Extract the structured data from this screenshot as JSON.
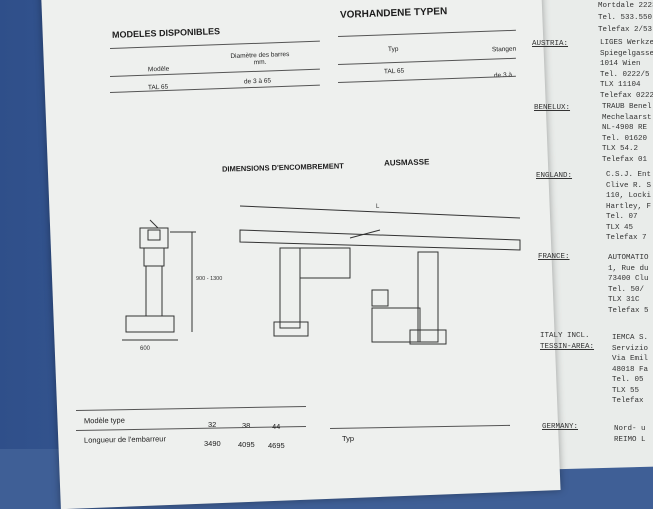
{
  "left_page": {
    "title_fr": "MODELES DISPONIBLES",
    "col_model": "Modèle",
    "col_diameter": "Diamètre des barres mm.",
    "row_model": "TAL 65",
    "row_diameter": "de 3 à 65",
    "dimensions_fr": "DIMENSIONS D'ENCOMBREMENT",
    "dim_width": "600",
    "dim_height": "900 - 1300",
    "dim_length": "L",
    "table_label_model": "Modèle type",
    "table_label_length": "Longueur de l'embarreur",
    "table_models": [
      "32",
      "38",
      "44"
    ],
    "table_lengths": [
      "3490",
      "4095",
      "4695"
    ]
  },
  "middle_page": {
    "title_de": "VORHANDENE TYPEN",
    "col_typ": "Typ",
    "col_stangen": "Stangen",
    "row_model": "TAL 65",
    "row_range": "de 3 à",
    "dimensions_de": "AUSMASSE",
    "bottom_typ": "Typ"
  },
  "right_page": {
    "top_lines": [
      "Mortdale 2223",
      "Tel.  533.550",
      "Telefax 2/53"
    ],
    "austria_label": "AUSTRIA:",
    "austria_lines": [
      "LIGES Werkze",
      "Spiegelgasse",
      "1014 Wien",
      "Tel.  0222/5",
      "TLX   11104",
      "Telefax 0222"
    ],
    "benelux_label": "BENELUX:",
    "benelux_lines": [
      "TRAUB Benel",
      "Mechelaarst",
      "NL-4908 RE",
      "Tel.  01620",
      "TLX   54.2",
      "Telefax 01"
    ],
    "england_label": "ENGLAND:",
    "england_lines": [
      "C.S.J. Ent",
      "Clive R. S",
      "110, Locki",
      "Hartley, F",
      "Tel.  07",
      "TLX   45",
      "Telefax 7"
    ],
    "france_label": "FRANCE:",
    "france_lines": [
      "AUTOMATIO",
      "1, Rue du",
      "73400 Clu",
      "Tel.  50/",
      "TLX   31C",
      "Telefax 5"
    ],
    "italy_label": "ITALY INCL.",
    "tessin_label": "TESSIN-AREA:",
    "italy_lines": [
      "IEMCA S.",
      "Servizio",
      "Via Emil",
      "48018 Fa",
      "Tel.  05",
      "TLX   55",
      "Telefax"
    ],
    "germany_label": "GERMANY:",
    "germany_lines": [
      "Nord- u",
      "REIMO L"
    ]
  }
}
